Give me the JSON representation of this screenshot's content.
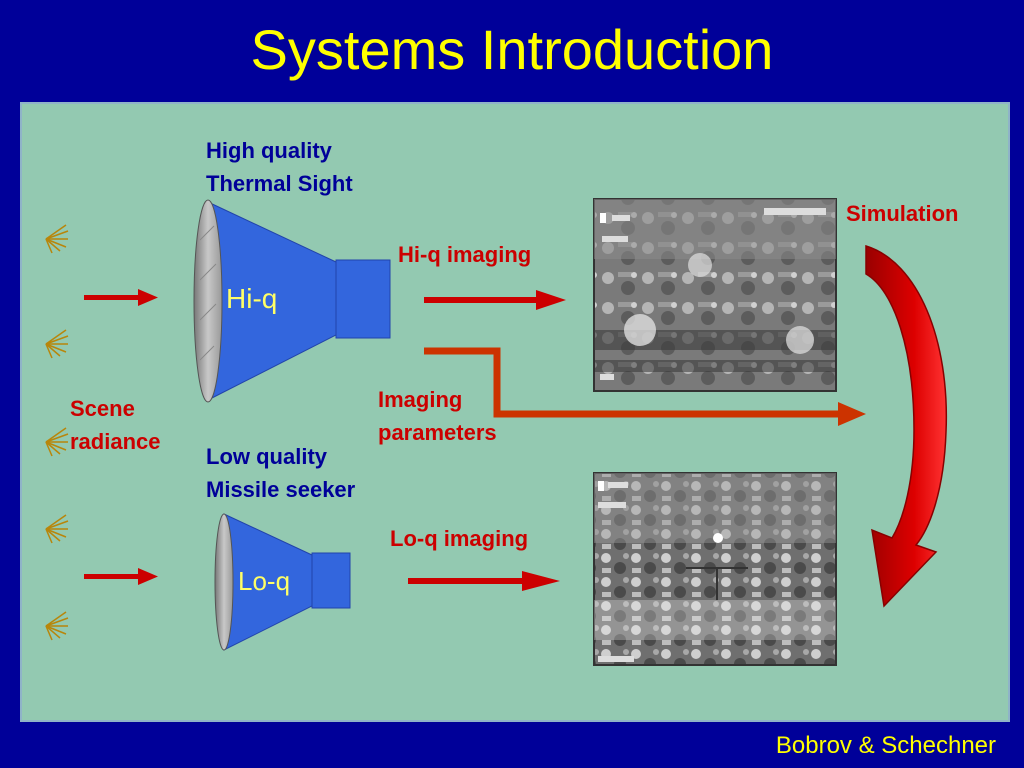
{
  "title": "Systems Introduction",
  "footer": "Bobrov & Schechner",
  "scene": {
    "line1": "Scene",
    "line2": "radiance"
  },
  "hiq": {
    "caption_line1": "High quality",
    "caption_line2": "Thermal Sight",
    "label": "Hi-q",
    "imaging": "Hi-q imaging"
  },
  "loq": {
    "caption_line1": "Low quality",
    "caption_line2": "Missile seeker",
    "label": "Lo-q",
    "imaging": "Lo-q imaging"
  },
  "params": {
    "line1": "Imaging",
    "line2": "parameters"
  },
  "simulation": "Simulation",
  "colors": {
    "background": "#000099",
    "panel": "#93c9b1",
    "title": "#ffff00",
    "sensor": "#3366dd",
    "arrow": "#cc0000",
    "params_arrow": "#cc3300"
  }
}
